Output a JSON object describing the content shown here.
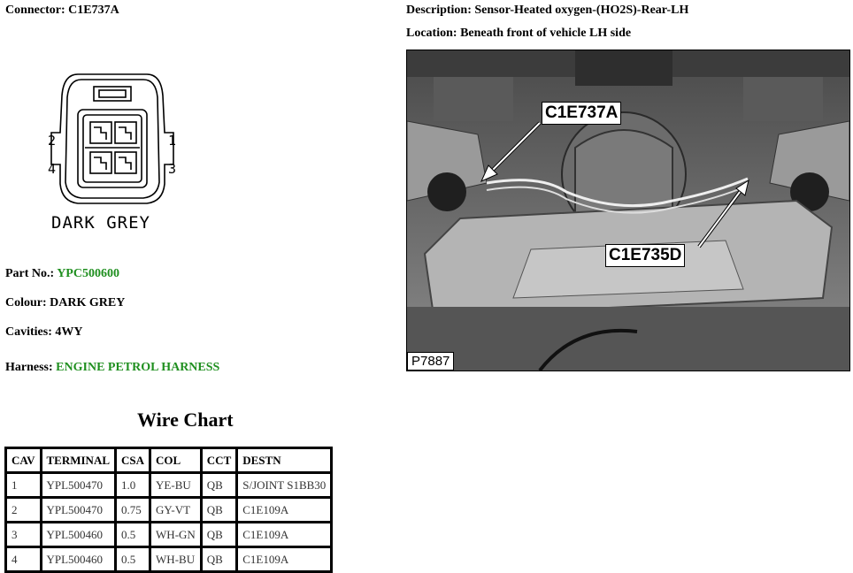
{
  "connector": {
    "label": "Connector:",
    "value": "C1E737A"
  },
  "description": {
    "label": "Description:",
    "value": "Sensor-Heated oxygen-(HO2S)-Rear-LH"
  },
  "location": {
    "label": "Location:",
    "value": "Beneath front of vehicle LH side"
  },
  "diagram": {
    "pins": [
      "2",
      "1",
      "4",
      "3"
    ],
    "caption": "DARK GREY"
  },
  "part_no": {
    "label": "Part No.:",
    "value": "YPC500600"
  },
  "colour": {
    "label": "Colour:",
    "value": "DARK GREY"
  },
  "cavities": {
    "label": "Cavities:",
    "value": "4WY"
  },
  "harness": {
    "label": "Harness:",
    "value": "ENGINE PETROL HARNESS"
  },
  "wire_chart": {
    "title": "Wire Chart",
    "headers": [
      "CAV",
      "TERMINAL",
      "CSA",
      "COL",
      "CCT",
      "DESTN"
    ],
    "rows": [
      [
        "1",
        "YPL500470",
        "1.0",
        "YE-BU",
        "QB",
        "S/JOINT S1BB30"
      ],
      [
        "2",
        "YPL500470",
        "0.75",
        "GY-VT",
        "QB",
        "C1E109A"
      ],
      [
        "3",
        "YPL500460",
        "0.5",
        "WH-GN",
        "QB",
        "C1E109A"
      ],
      [
        "4",
        "YPL500460",
        "0.5",
        "WH-BU",
        "QB",
        "C1E109A"
      ]
    ]
  },
  "photo": {
    "callout_1": "C1E737A",
    "callout_2": "C1E735D",
    "reference": "P7887"
  },
  "colors": {
    "green_values": "#1f8f1f"
  }
}
